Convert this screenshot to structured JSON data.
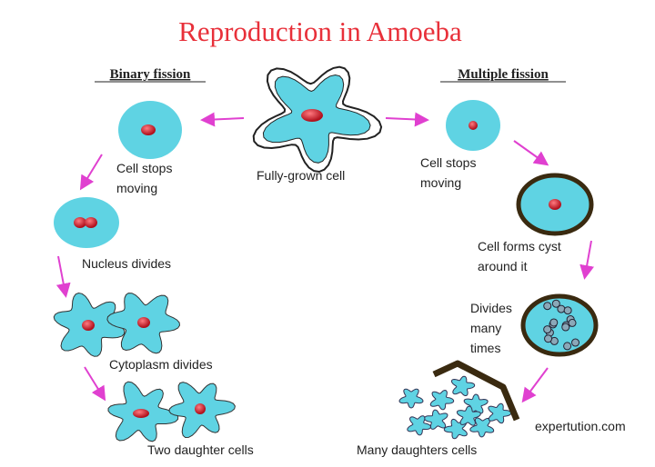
{
  "title": "Reproduction in Amoeba",
  "binary": {
    "heading": "Binary fission",
    "stages": [
      "Cell stops",
      "moving",
      "Nucleus divides",
      "Cytoplasm divides",
      "Two daughter cells"
    ]
  },
  "center": {
    "label": "Fully-grown cell"
  },
  "multiple": {
    "heading": "Multiple fission",
    "stages": [
      "Cell stops",
      "moving",
      "Cell forms cyst",
      "around it",
      "Divides",
      "many",
      "times",
      "Many daughters cells"
    ]
  },
  "watermark": "expertution.com",
  "colors": {
    "cell": "#5fd3e3",
    "nucleus": "#c8202c",
    "arrow": "#e040d0",
    "cyst": "#3a2a10",
    "title": "#e8303a"
  }
}
